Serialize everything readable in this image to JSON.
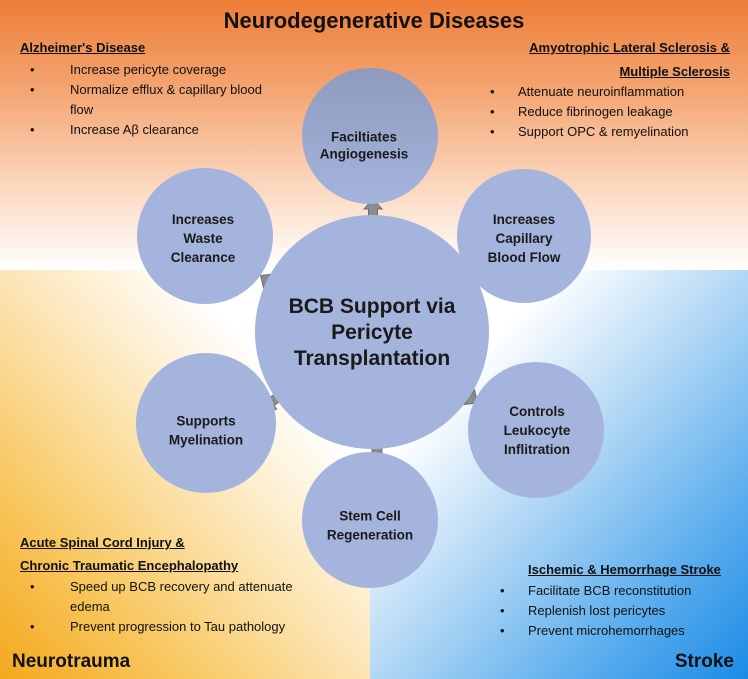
{
  "title": "Neurodegenerative Diseases",
  "center": {
    "lines": [
      "BCB Support via",
      "Pericyte",
      "Transplantation"
    ]
  },
  "nodes": [
    {
      "id": "angiogenesis",
      "lines": [
        "Faciltiates",
        "Angiogenesis"
      ]
    },
    {
      "id": "capillary-blood-flow",
      "lines": [
        "Increases",
        "Capillary",
        "Blood Flow"
      ]
    },
    {
      "id": "leukocyte",
      "lines": [
        "Controls",
        "Leukocyte",
        "Inflitration"
      ]
    },
    {
      "id": "stem-cell",
      "lines": [
        "Stem Cell",
        "Regeneration"
      ]
    },
    {
      "id": "myelination",
      "lines": [
        "Supports",
        "Myelination"
      ]
    },
    {
      "id": "waste-clearance",
      "lines": [
        "Increases",
        "Waste",
        "Clearance"
      ]
    }
  ],
  "alzheimers": {
    "title": "Alzheimer's Disease",
    "items": [
      "Increase pericyte coverage",
      "Normalize efflux & capillary blood",
      "flow",
      "Increase Aβ clearance"
    ]
  },
  "als_ms": {
    "title_line1": "Amyotrophic Lateral Sclerosis &",
    "title_line2": "Multiple Sclerosis",
    "items": [
      "Attenuate neuroinflammation",
      "Reduce fibrinogen leakage",
      "Support OPC & remyelination"
    ]
  },
  "neurotrauma": {
    "title_line1": "Acute Spinal Cord Injury &",
    "title_line2": "Chronic Traumatic Encephalopathy",
    "items": [
      "Speed up BCB recovery and attenuate",
      "edema",
      "Prevent progression to Tau pathology"
    ],
    "corner_label": "Neurotrauma"
  },
  "stroke": {
    "title": "Ischemic & Hemorrhage Stroke",
    "items": [
      "Facilitate BCB reconstitution",
      "Replenish lost pericytes",
      "Prevent microhemorrhages"
    ],
    "corner_label": "Stroke"
  },
  "colors": {
    "circle_fill": "#a4b4dc",
    "arrow_fill": "#8c8c8c",
    "orange": "#ed7d38",
    "yellow": "#f4a81c",
    "blue": "#1b8be6"
  }
}
